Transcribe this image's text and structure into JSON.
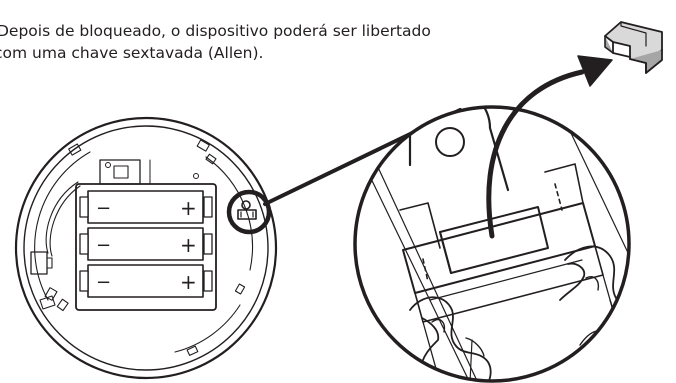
{
  "caption": {
    "line1": "Depois de bloqueado, o dispositivo poderá ser libertado",
    "line2": "com uma chave sextavada (Allen)."
  },
  "batteries": {
    "negative_symbol": "−",
    "positive_symbol": "+",
    "count": 3
  },
  "colors": {
    "stroke": "#231f20",
    "background": "#ffffff",
    "key_top": "#d9d9d9",
    "key_side": "#a6a6a6"
  },
  "icons": {
    "key": "allen-key-icon",
    "arrow": "curved-arrow-icon"
  }
}
